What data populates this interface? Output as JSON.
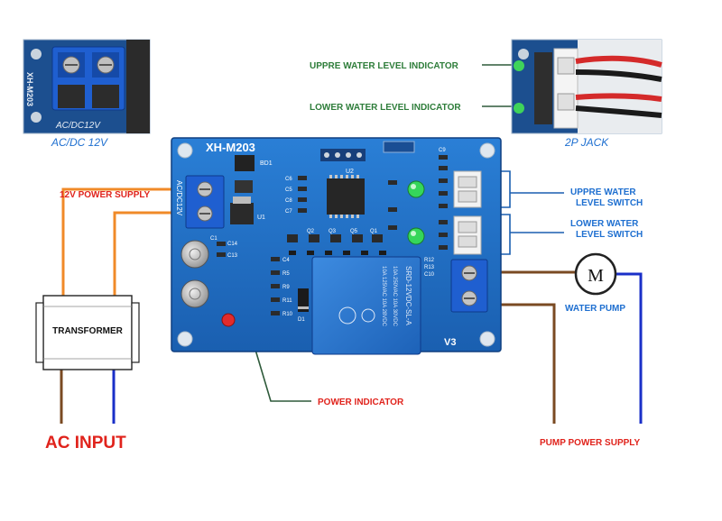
{
  "board": {
    "model": "XH-M203",
    "terminal_label": "AC/DC12V",
    "bd1": "BD1",
    "u1": "U1",
    "u2": "U2",
    "u3": "V3",
    "relay_model": "SRD-12VDC-SL-A",
    "relay_rating_1": "10A 250VAC 10A 30VDC",
    "relay_rating_2": "10A 125VAC 10A 28VDC",
    "components": [
      "C1",
      "C14",
      "C13",
      "C4",
      "R5",
      "R9",
      "R11",
      "R10",
      "C6",
      "C5",
      "C8",
      "C7",
      "Q2",
      "Q3",
      "Q5",
      "Q1",
      "R12",
      "R13",
      "C10",
      "C9",
      "D1"
    ]
  },
  "inset_left": {
    "terminal_text": "AC/DC12V",
    "board_text": "XH-M203",
    "caption": "AC/DC 12V"
  },
  "inset_right": {
    "caption": "2P JACK"
  },
  "labels": {
    "upper_indicator": "UPPRE WATER LEVEL INDICATOR",
    "lower_indicator": "LOWER WATER LEVEL INDICATOR",
    "upper_switch_1": "UPPRE WATER",
    "upper_switch_2": "LEVEL SWITCH",
    "lower_switch_1": "LOWER WATER",
    "lower_switch_2": "LEVEL SWITCH",
    "power_supply": "12V POWER SUPPLY",
    "transformer": "TRANSFORMER",
    "ac_input": "AC INPUT",
    "power_indicator": "POWER INDICATOR",
    "motor_symbol": "M",
    "water_pump": "WATER PUMP",
    "pump_power_supply": "PUMP POWER SUPPLY"
  },
  "colors": {
    "pcb": "#1f6fc4",
    "wire_orange": "#f08a28",
    "wire_brown": "#7a4a22",
    "wire_blue": "#1a2fc8",
    "label_green": "#2e7d3a",
    "label_red": "#e0231c",
    "label_blue": "#1e6fd0"
  }
}
